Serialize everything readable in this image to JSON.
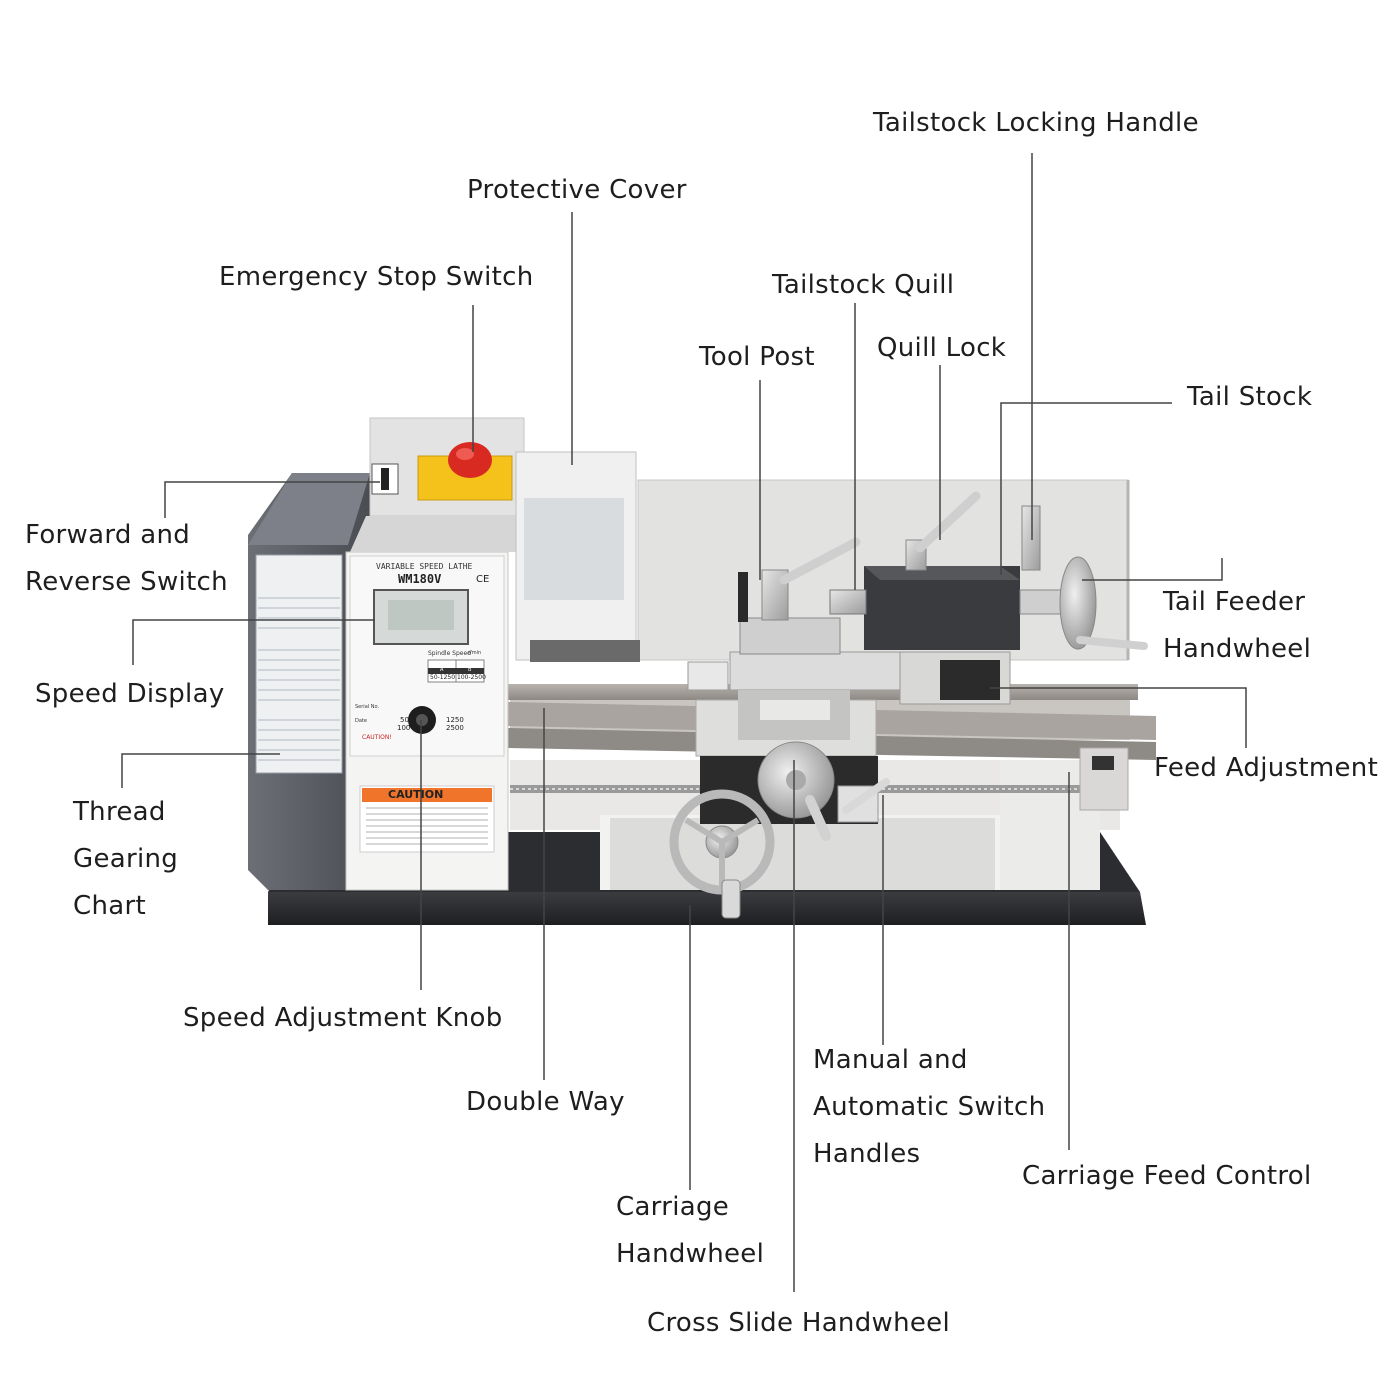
{
  "labels": {
    "tailstock_locking_handle": "Tailstock Locking Handle",
    "protective_cover": "Protective Cover",
    "emergency_stop_switch": "Emergency Stop Switch",
    "tailstock_quill": "Tailstock Quill",
    "tool_post": "Tool Post",
    "quill_lock": "Quill Lock",
    "tail_stock": "Tail Stock",
    "forward_reverse_switch": [
      "Forward and",
      "Reverse Switch"
    ],
    "tail_feeder_handwheel": [
      "Tail Feeder",
      "Handwheel"
    ],
    "speed_display": "Speed Display",
    "feed_adjustment": "Feed Adjustment",
    "thread_gearing_chart": [
      "Thread",
      "Gearing",
      "Chart"
    ],
    "speed_adjustment_knob": "Speed Adjustment Knob",
    "double_way": "Double Way",
    "manual_automatic_switch": [
      "Manual and",
      "Automatic Switch",
      "Handles"
    ],
    "carriage_feed_control": "Carriage Feed Control",
    "carriage_handwheel": [
      "Carriage",
      "Handwheel"
    ],
    "cross_slide_handwheel": "Cross Slide Handwheel"
  },
  "machine": {
    "panel_title": "VARIABLE SPEED LATHE",
    "model": "WM180V",
    "ce_mark": "CE",
    "spindle_speed_label": "Spindle Speed",
    "speed_unit": "r/min",
    "range_a_label": "A",
    "range_b_label": "B",
    "range_a": "50-1250",
    "range_b": "100-2500",
    "caution_label": "CAUTION",
    "caution_notice": "CAUTION!",
    "knob_low": "50",
    "knob_low2": "100",
    "knob_high": "1250",
    "knob_high2": "2500",
    "serial_label": "Serial No.",
    "date_label": "Date"
  },
  "colors": {
    "stop_button": "#d92a22",
    "switch_housing": "#f4c21b",
    "caution_orange": "#f0742a",
    "headstock_dark": "#55585f",
    "bed_base": "#2f3134",
    "leader_line": "#444444"
  }
}
